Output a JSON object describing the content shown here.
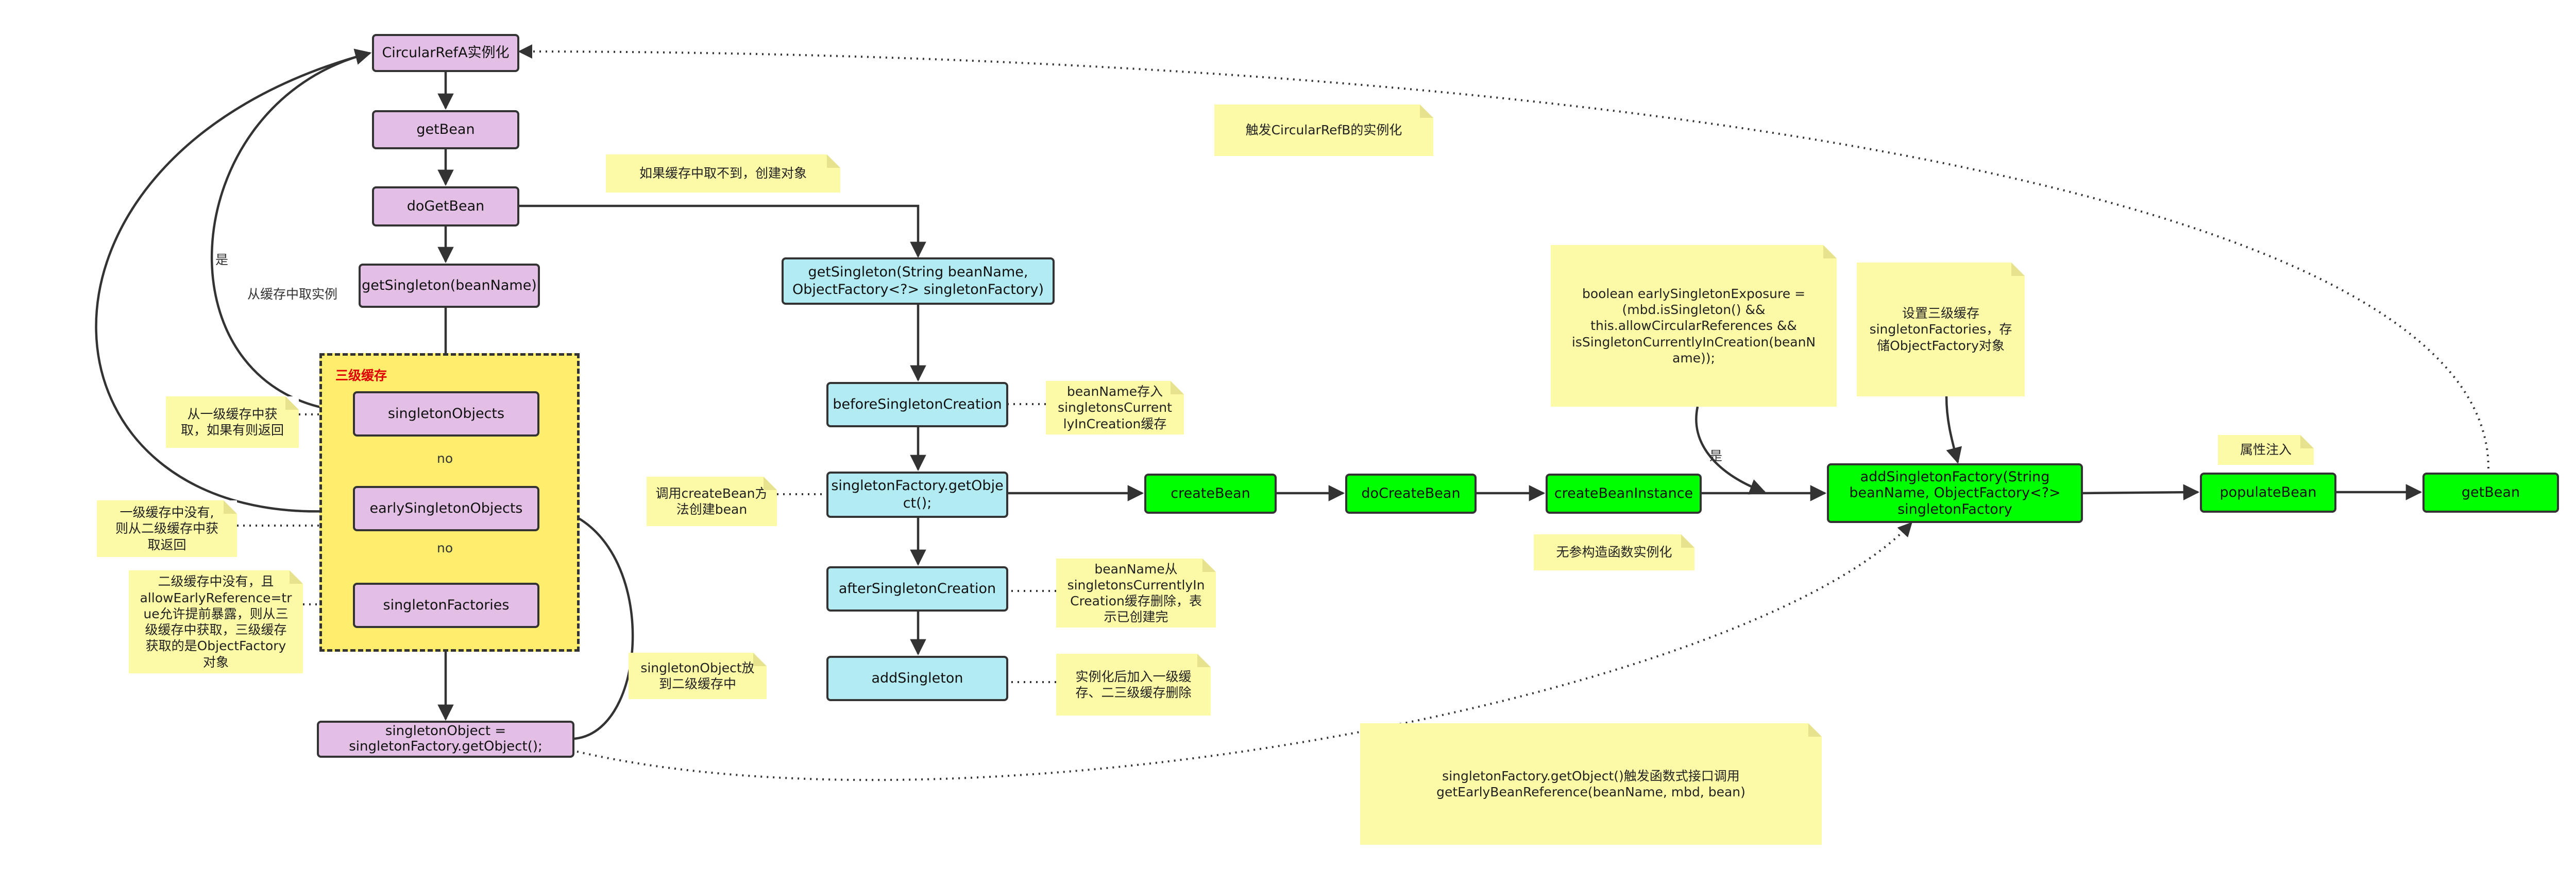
{
  "nodes": {
    "circular_ref_a": "CircularRefA实例化",
    "get_bean_1": "getBean",
    "do_get_bean": "doGetBean",
    "get_singleton_name": "getSingleton(beanName)",
    "singleton_objects": "singletonObjects",
    "early_singleton_objects": "earlySingletonObjects",
    "singleton_factories": "singletonFactories",
    "singleton_object_get": "singletonObject =\nsingletonFactory.getObject();",
    "get_singleton_factory": "getSingleton(String beanName,\nObjectFactory<?> singletonFactory)",
    "before_singleton_creation": "beforeSingletonCreation",
    "singleton_factory_get_object": "singletonFactory.getObje\nct();",
    "after_singleton_creation": "afterSingletonCreation",
    "add_singleton": "addSingleton",
    "create_bean": "createBean",
    "do_create_bean": "doCreateBean",
    "create_bean_instance": "createBeanInstance",
    "add_singleton_factory": "addSingletonFactory(String\nbeanName, ObjectFactory<?>\nsingletonFactory",
    "populate_bean": "populateBean",
    "get_bean_2": "getBean"
  },
  "cache_group": {
    "title": "三级缓存"
  },
  "notes": {
    "trigger_b": "触发CircularRefB的实例化",
    "cache_miss": "如果缓存中取不到，创建对象",
    "l1_hit": "从一级缓存中获\n取，如果有则返回",
    "l2_hit": "一级缓存中没有,\n则从二级缓存中获\n取返回",
    "l3_hit": "二级缓存中没有，且\nallowEarlyReference=tr\nue允许提前暴露，则从三\n级缓存中获取，三级缓存\n获取的是ObjectFactory\n对象",
    "put_l2": "singletonObject放\n到二级缓存中",
    "put_creating": "beanName存入\nsingletonsCurrent\nlyInCreation缓存",
    "call_create_bean": "调用createBean方\n法创建bean",
    "remove_creating": "beanName从\nsingletonsCurrentlyIn\nCreation缓存删除，表\n示已创建完",
    "add_l1": "实例化后加入一级缓\n存、二三级缓存删除",
    "early_exposure": "boolean earlySingletonExposure =\n(mbd.isSingleton() &&\nthis.allowCircularReferences &&\nisSingletonCurrentlyInCreation(beanN\name));",
    "set_l3": "设置三级缓存\nsingletonFactories，存\n储ObjectFactory对象",
    "no_arg_ctor": "无参构造函数实例化",
    "property_injection": "属性注入",
    "lambda_call": "singletonFactory.getObject()触发函数式接口调用\ngetEarlyBeanReference(beanName, mbd, bean)"
  },
  "edge_labels": {
    "yes_1": "是",
    "from_cache": "从缓存中取实例",
    "no_1": "no",
    "no_2": "no",
    "yes_2": "是"
  }
}
